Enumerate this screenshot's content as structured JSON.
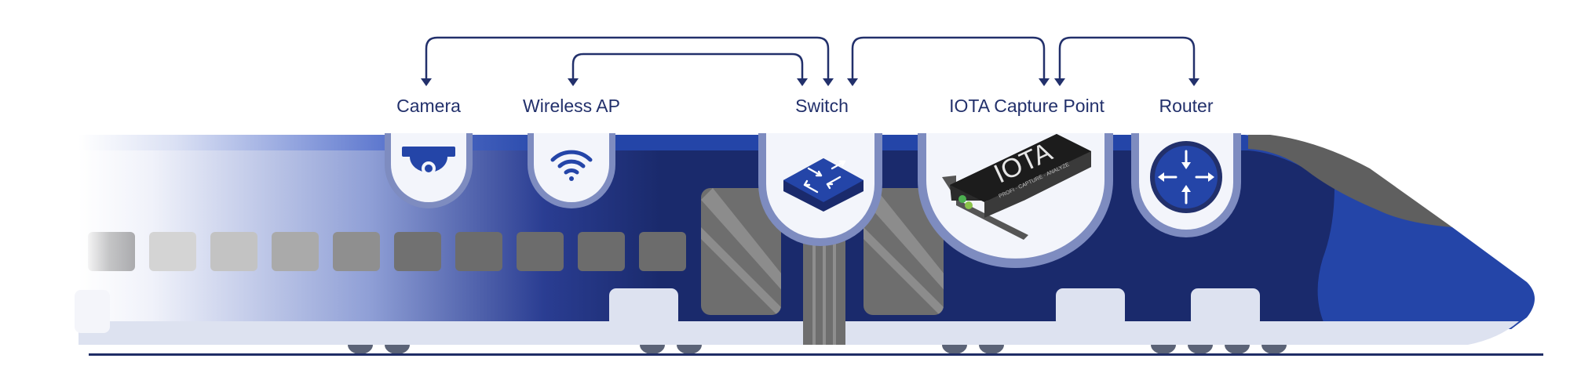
{
  "devices": {
    "camera": {
      "label": "Camera",
      "icon": "camera-icon"
    },
    "wireless_ap": {
      "label": "Wireless AP",
      "icon": "wifi-icon"
    },
    "switch": {
      "label": "Switch",
      "icon": "switch-icon"
    },
    "iota": {
      "label": "IOTA Capture Point",
      "icon": "iota-capture-device",
      "brand": "IOTA",
      "tagline": "PROFI · CAPTURE · ANALYZE"
    },
    "router": {
      "label": "Router",
      "icon": "router-icon"
    }
  },
  "connections": [
    {
      "from": "Switch",
      "to": "Camera"
    },
    {
      "from": "Switch",
      "to": "Wireless AP"
    },
    {
      "from": "Switch",
      "to": "IOTA Capture Point"
    },
    {
      "from": "Router",
      "to": "IOTA Capture Point"
    }
  ],
  "colors": {
    "navy": "#22306b",
    "train_dark": "#1a2a6c",
    "train_blue": "#2445a8",
    "badge_bg": "#f3f5fb",
    "badge_ring": "#7e8cc0",
    "window_gray": "#6e6e6e",
    "floor": "#dde2f0"
  }
}
